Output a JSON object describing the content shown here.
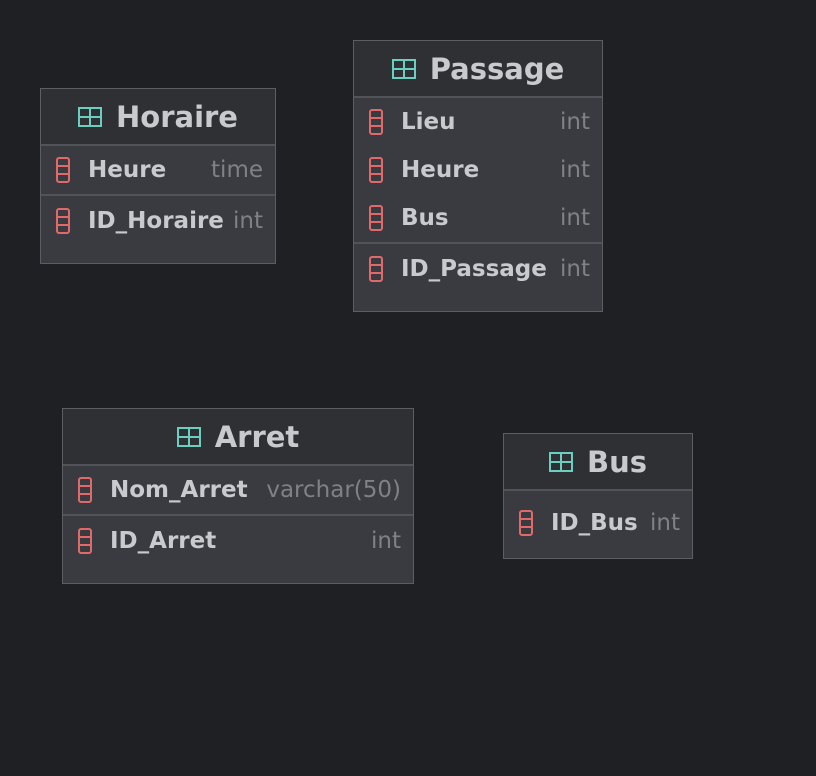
{
  "tables": {
    "horaire": {
      "name": "Horaire",
      "columns": [
        {
          "name": "Heure",
          "type": "time"
        },
        {
          "name": "ID_Horaire",
          "type": "int"
        }
      ]
    },
    "passage": {
      "name": "Passage",
      "columns": [
        {
          "name": "Lieu",
          "type": "int"
        },
        {
          "name": "Heure",
          "type": "int"
        },
        {
          "name": "Bus",
          "type": "int"
        },
        {
          "name": "ID_Passage",
          "type": "int"
        }
      ]
    },
    "arret": {
      "name": "Arret",
      "columns": [
        {
          "name": "Nom_Arret",
          "type": "varchar(50)"
        },
        {
          "name": "ID_Arret",
          "type": "int"
        }
      ]
    },
    "bus": {
      "name": "Bus",
      "columns": [
        {
          "name": "ID_Bus",
          "type": "int"
        }
      ]
    }
  },
  "icons": {
    "table": "table-icon",
    "column": "column-icon"
  },
  "colors": {
    "canvas": "#1f2023",
    "table_icon": "#6bcfc0",
    "column_icon": "#e0696a"
  }
}
